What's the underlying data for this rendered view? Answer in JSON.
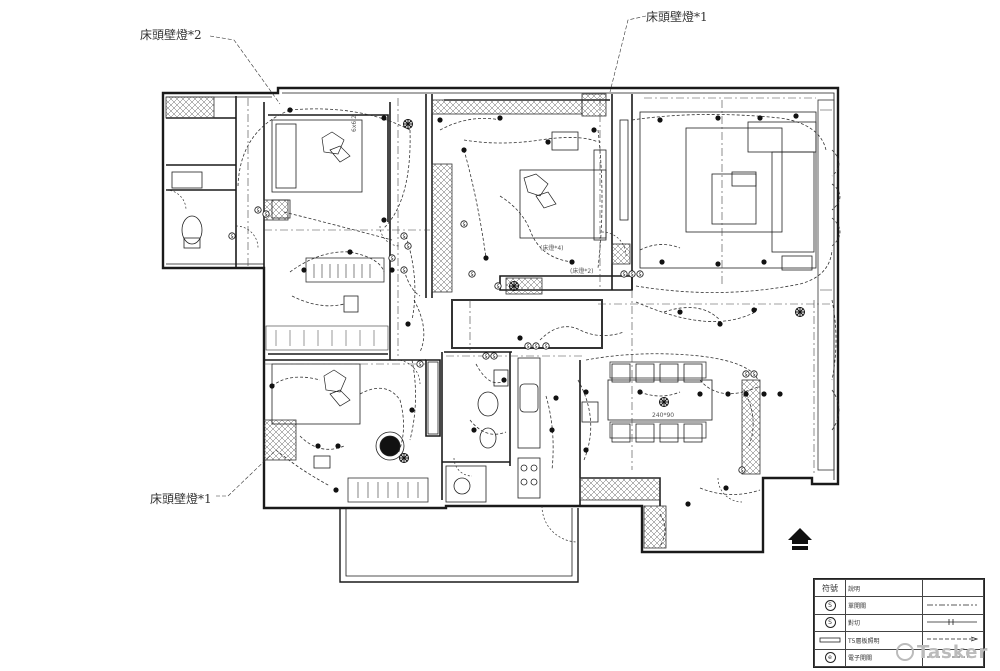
{
  "annotations": {
    "bed_wall_lamp_2": "床頭壁燈*2",
    "bed_wall_lamp_1_top": "床頭壁燈*1",
    "bed_wall_lamp_1_bottom": "床頭壁燈*1"
  },
  "room_labels": {
    "bed1": "6x6.2",
    "bed2": "(床燈*4)",
    "bed2b": "(床燈*2)",
    "dining": "240*90"
  },
  "legend": {
    "header_symbol": "符號",
    "header_desc": "說明",
    "rows": [
      {
        "symbol": "S",
        "desc": "單開關"
      },
      {
        "symbol": "S",
        "desc": "對切"
      },
      {
        "symbol": "",
        "desc": "T5層板照明"
      },
      {
        "symbol": "e",
        "desc": "電子開關"
      }
    ]
  },
  "watermark": "Tasker",
  "colors": {
    "line": "#1a1a1a",
    "dash": "#333333",
    "hatch": "#555555"
  }
}
